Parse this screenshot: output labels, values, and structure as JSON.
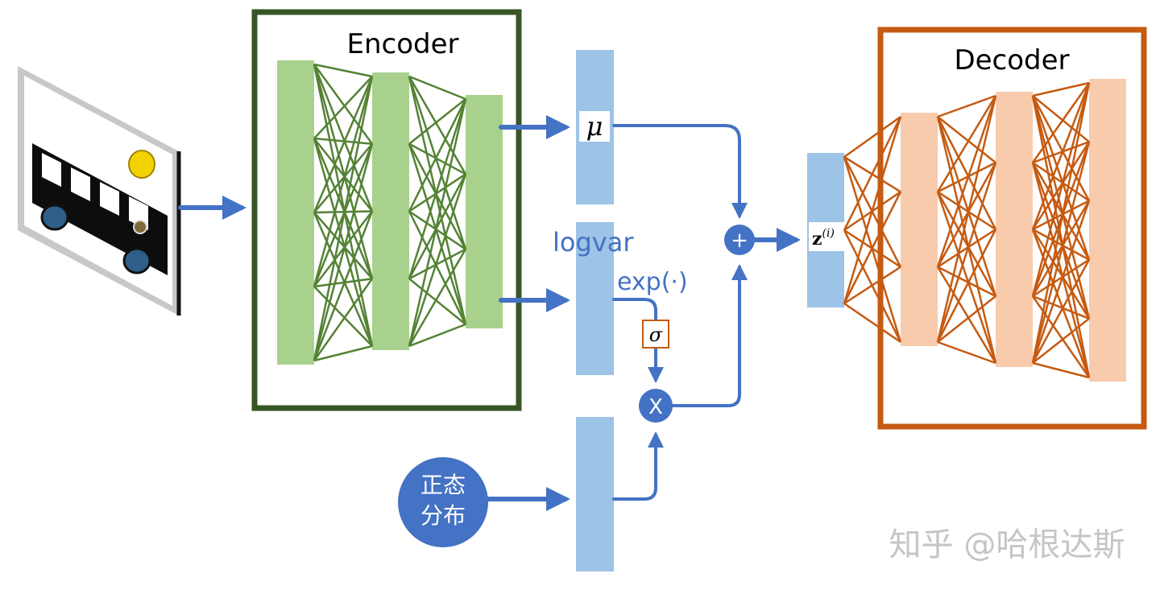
{
  "encoder": {
    "title": "Encoder",
    "border_color": "#375623",
    "layer_color": "#a9d18e",
    "edge_color": "#548235"
  },
  "decoder": {
    "title": "Decoder",
    "border_color": "#c55a11",
    "layer_color": "#f8cbad",
    "edge_color": "#c55a11"
  },
  "latent": {
    "mu_label": "μ",
    "logvar_label": "logvar",
    "exp_label": "exp(·)",
    "sigma_label": "σ",
    "z_label": "z",
    "z_superscript": "(i)",
    "bar_color": "#9dc3e6"
  },
  "operators": {
    "plus": "+",
    "times": "X",
    "color": "#4472c4"
  },
  "normal": {
    "line1": "正态",
    "line2": "分布",
    "color": "#4472c4"
  },
  "arrow_color": "#4472c4",
  "watermark": "知乎 @哈根达斯"
}
